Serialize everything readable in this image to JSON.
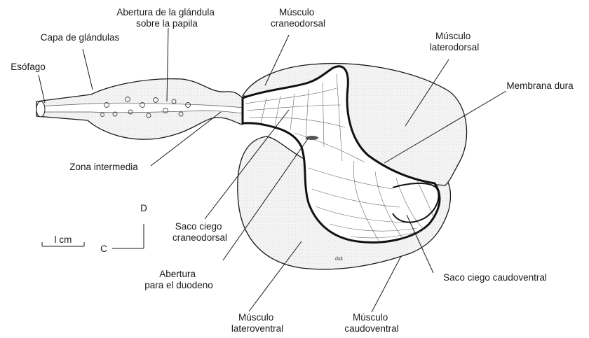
{
  "labels": {
    "abertura_glandula": [
      "Abertura de la glándula",
      "sobre la papila"
    ],
    "musculo_craneodorsal": [
      "Músculo",
      "craneodorsal"
    ],
    "capa_glandulas": [
      "Capa de glándulas"
    ],
    "musculo_laterodorsal": [
      "Músculo",
      "laterodorsal"
    ],
    "esofago": [
      "Esófago"
    ],
    "membrana_dura": [
      "Membrana dura"
    ],
    "zona_intermedia": [
      "Zona intermedia"
    ],
    "saco_ciego_craneodorsal": [
      "Saco ciego",
      "craneodorsal"
    ],
    "abertura_duodeno": [
      "Abertura",
      "para el duodeno"
    ],
    "musculo_lateroventral": [
      "Músculo",
      "lateroventral"
    ],
    "musculo_caudoventral": [
      "Músculo",
      "caudoventral"
    ],
    "saco_ciego_caudoventral": [
      "Saco ciego caudoventral"
    ]
  },
  "scale": {
    "label": "l cm"
  },
  "orientation": {
    "dorsal": "D",
    "cranial": "C"
  },
  "signature": "dsk",
  "colors": {
    "ink": "#1a1a1a",
    "stipple": "#eeeeee",
    "paper": "#ffffff"
  }
}
